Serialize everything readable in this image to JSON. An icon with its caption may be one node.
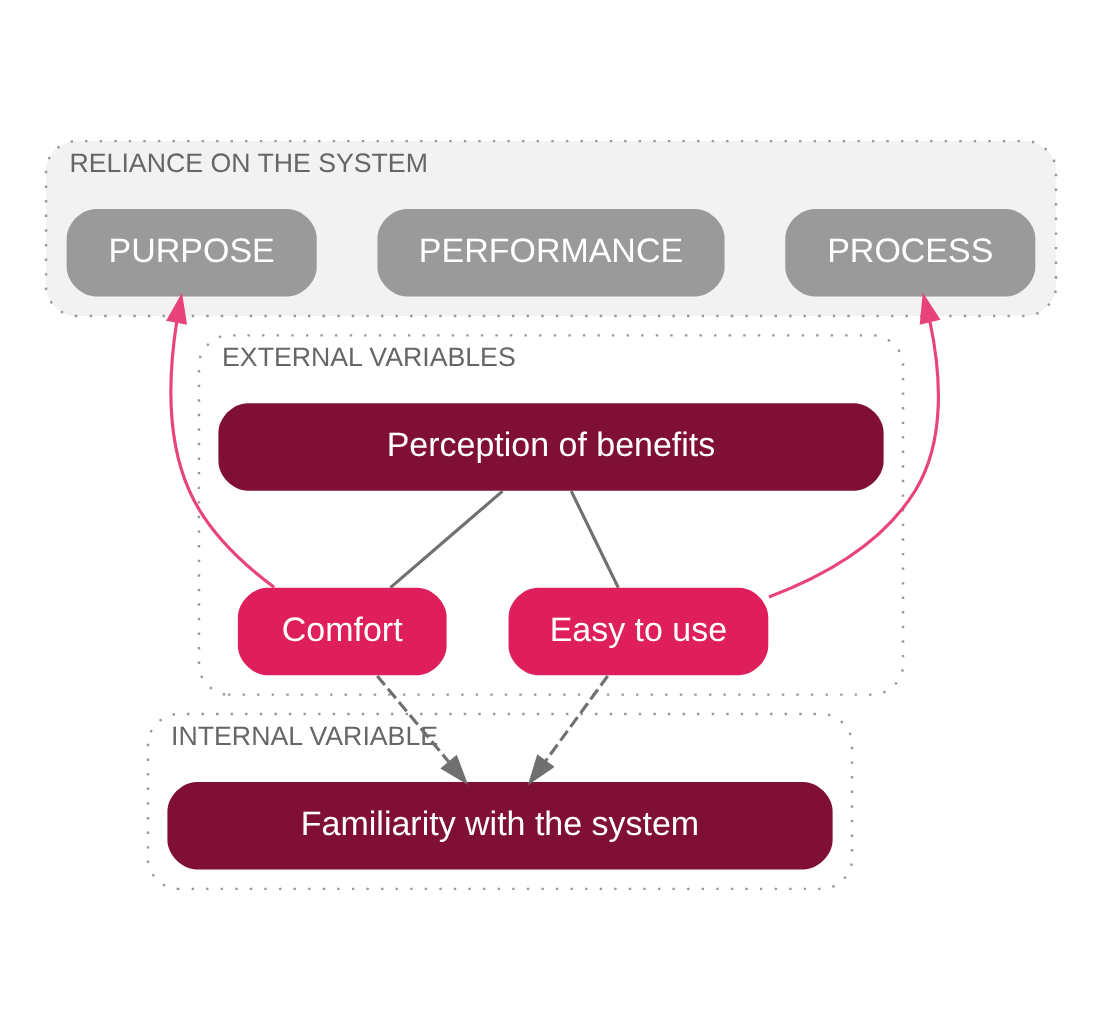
{
  "diagram": {
    "nodes": [
      {
        "text": [
          "RELIANCE ON THE SYSTEM"
        ]
      },
      {
        "text": [
          "PURPOSE"
        ],
        "in": 0
      },
      {
        "text": [
          "PERFORMANCE"
        ],
        "in": 0
      },
      {
        "text": [
          "PROCESS"
        ],
        "in": 0
      },
      {
        "text": [
          "EXTERNAL VARIABLES"
        ]
      },
      {
        "text": [
          "Perception of benefits"
        ],
        "in": 4
      },
      {
        "text": [
          "Comfort"
        ],
        "in": 4
      },
      {
        "text": [
          "Easy to use"
        ],
        "in": 4
      },
      {
        "text": [
          "INTERNAL VARIABLE"
        ]
      },
      {
        "text": [
          "Familiarity with the system"
        ],
        "in": 8
      }
    ],
    "edges": [
      {
        "from": 5,
        "to": 6,
        "arrow": "none"
      },
      {
        "from": 5,
        "to": 7,
        "arrow": "none"
      },
      {
        "from": 6,
        "to": 1,
        "arrow": "to",
        "color": "#e8437a"
      },
      {
        "from": 7,
        "to": 3,
        "arrow": "to",
        "color": "#e8437a"
      },
      {
        "from": 6,
        "to": 9,
        "arrow": "to",
        "style": "dashed"
      },
      {
        "from": 7,
        "to": 9,
        "arrow": "to",
        "style": "dashed"
      }
    ]
  }
}
